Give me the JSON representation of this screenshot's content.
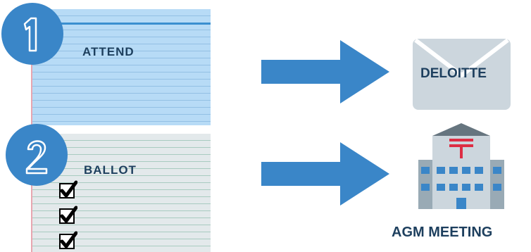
{
  "steps": [
    {
      "number": "1",
      "label": "ATTEND",
      "destination": "DELOITTE",
      "destination_icon": "envelope-icon"
    },
    {
      "number": "2",
      "label": "BALLOT",
      "destination": "AGM MEETING",
      "destination_icon": "post-office-building-icon"
    }
  ],
  "ballot_checks": 3,
  "colors": {
    "accent_blue": "#3a86c8",
    "text_navy": "#1d3f5e",
    "card1_bg": "#b7dbf6",
    "card2_bg": "#e3e9eb",
    "envelope": "#ccd6dd",
    "building_red": "#dd2e44"
  }
}
